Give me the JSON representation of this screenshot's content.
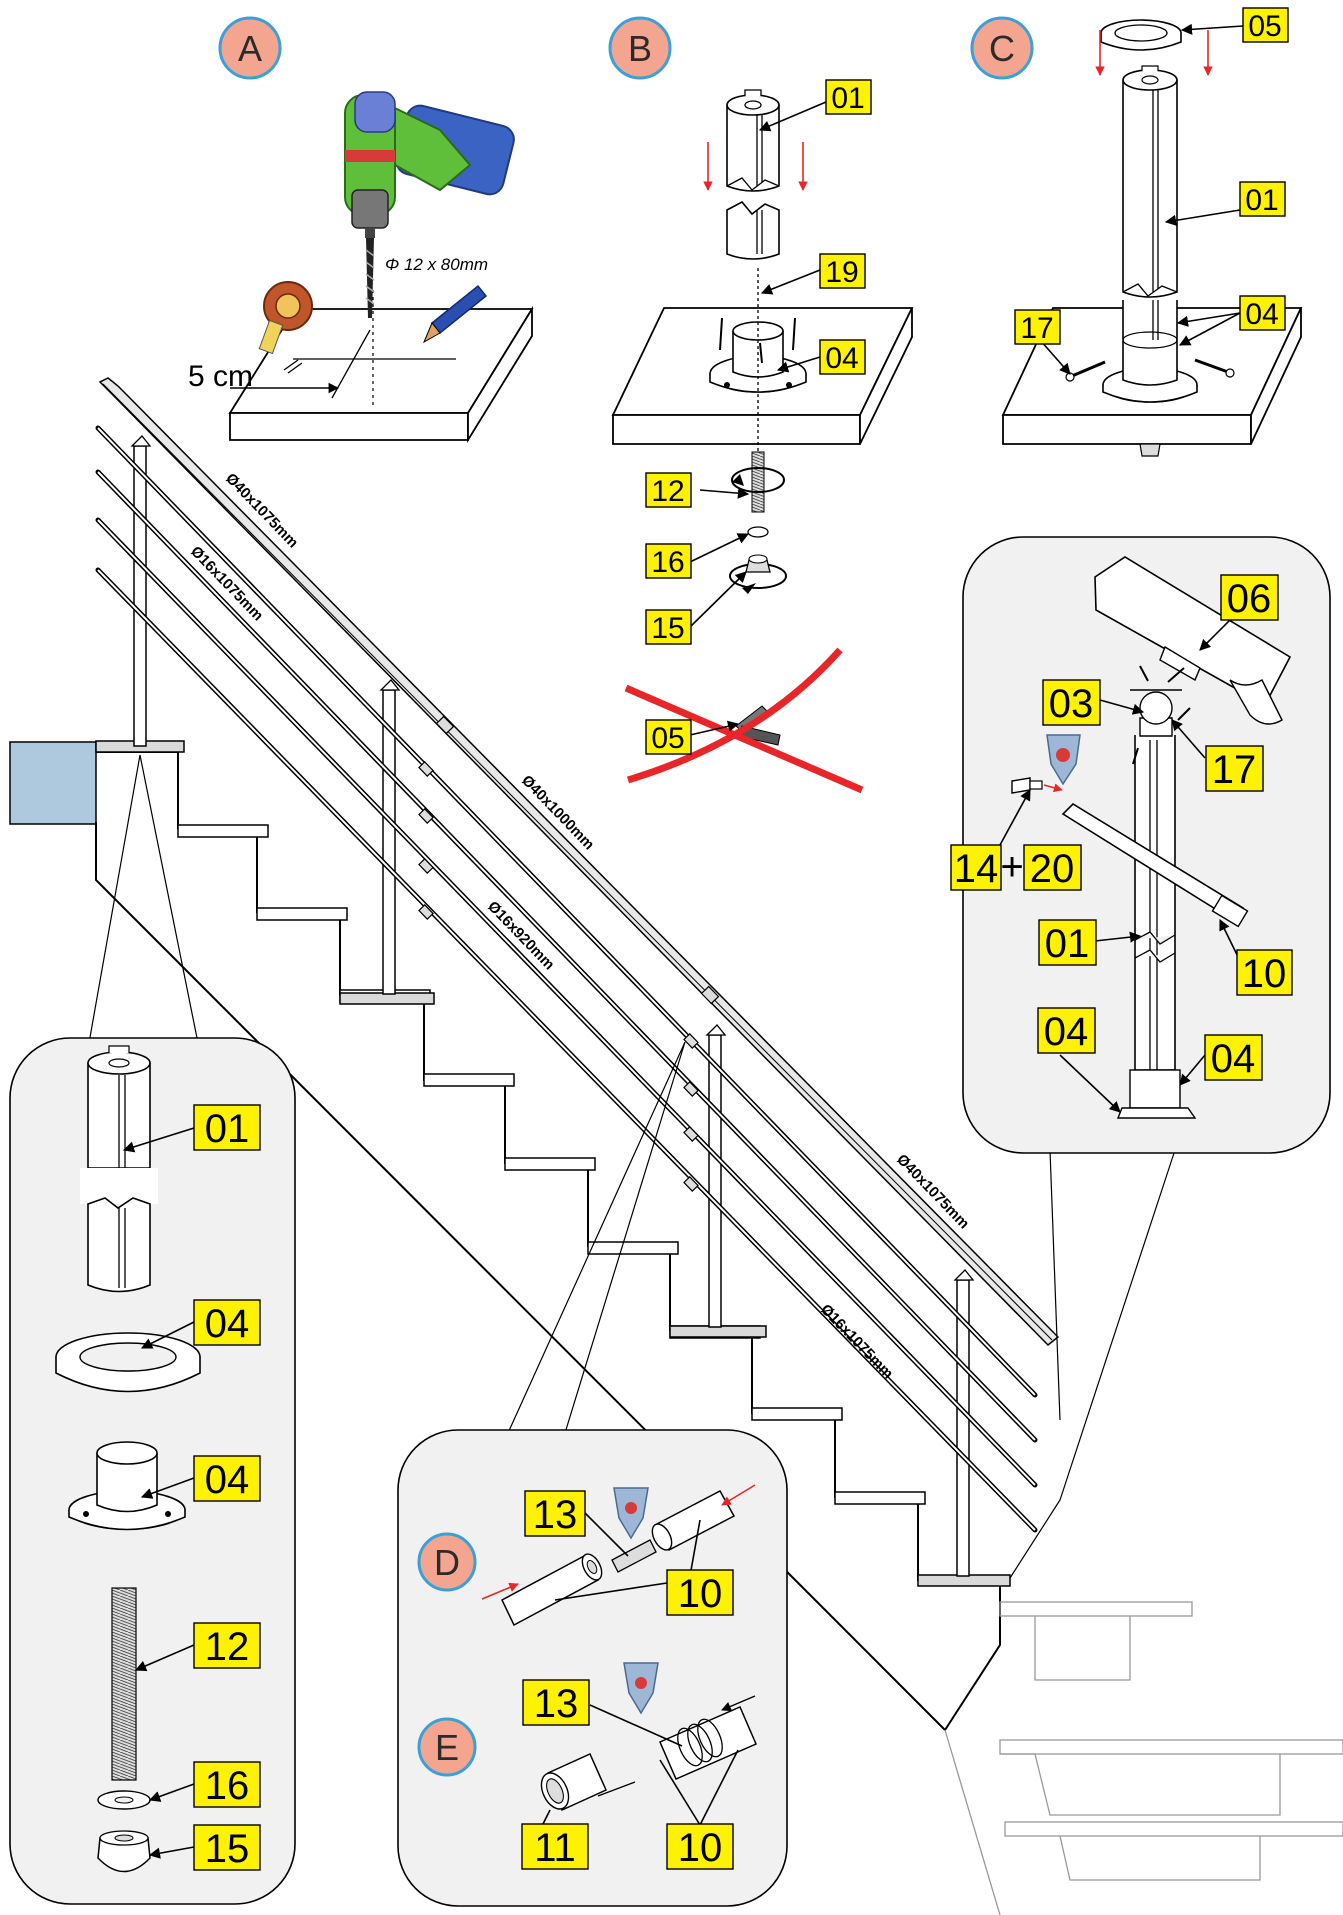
{
  "colors": {
    "step_badge_fill": "#f4a58f",
    "step_badge_ring": "#3aa0d8",
    "part_tag_fill": "#fff200",
    "callout_bg": "#f1f1f1",
    "warning_cross": "#e8262a",
    "arrow_red": "#e8262a",
    "wall": "#aec8dd"
  },
  "steps": {
    "a": "A",
    "b": "B",
    "c": "C",
    "d": "D",
    "e": "E"
  },
  "step_a": {
    "drill_size": "Φ 12 x 80mm",
    "offset": "5 cm"
  },
  "step_b": {
    "tags": [
      "01",
      "19",
      "04",
      "12",
      "16",
      "15"
    ],
    "prohibited_tag": "05"
  },
  "step_c": {
    "tags": [
      "05",
      "01",
      "17",
      "04"
    ]
  },
  "dimensions": {
    "top_rail_left": "Ø40x1075mm",
    "top_rail_mid": "Ø40x1000mm",
    "top_rail_right": "Ø40x1075mm",
    "bar_left": "Ø16x1075mm",
    "bar_mid": "Ø16x920mm",
    "bar_right": "Ø16x1075mm"
  },
  "detail_right": {
    "tags": [
      "06",
      "03",
      "17",
      "14",
      "20",
      "01",
      "10",
      "04",
      "04"
    ],
    "plus": "+"
  },
  "detail_left": {
    "tags": [
      "01",
      "04",
      "04",
      "12",
      "16",
      "15"
    ]
  },
  "detail_bottom": {
    "tags_d": [
      "13",
      "10"
    ],
    "tags_e": [
      "13",
      "11",
      "10"
    ]
  },
  "icons": [
    "drill-icon",
    "tape-measure-icon",
    "pencil-icon",
    "glue-tube-icon",
    "screw-icon",
    "rotate-arrow-icon"
  ]
}
